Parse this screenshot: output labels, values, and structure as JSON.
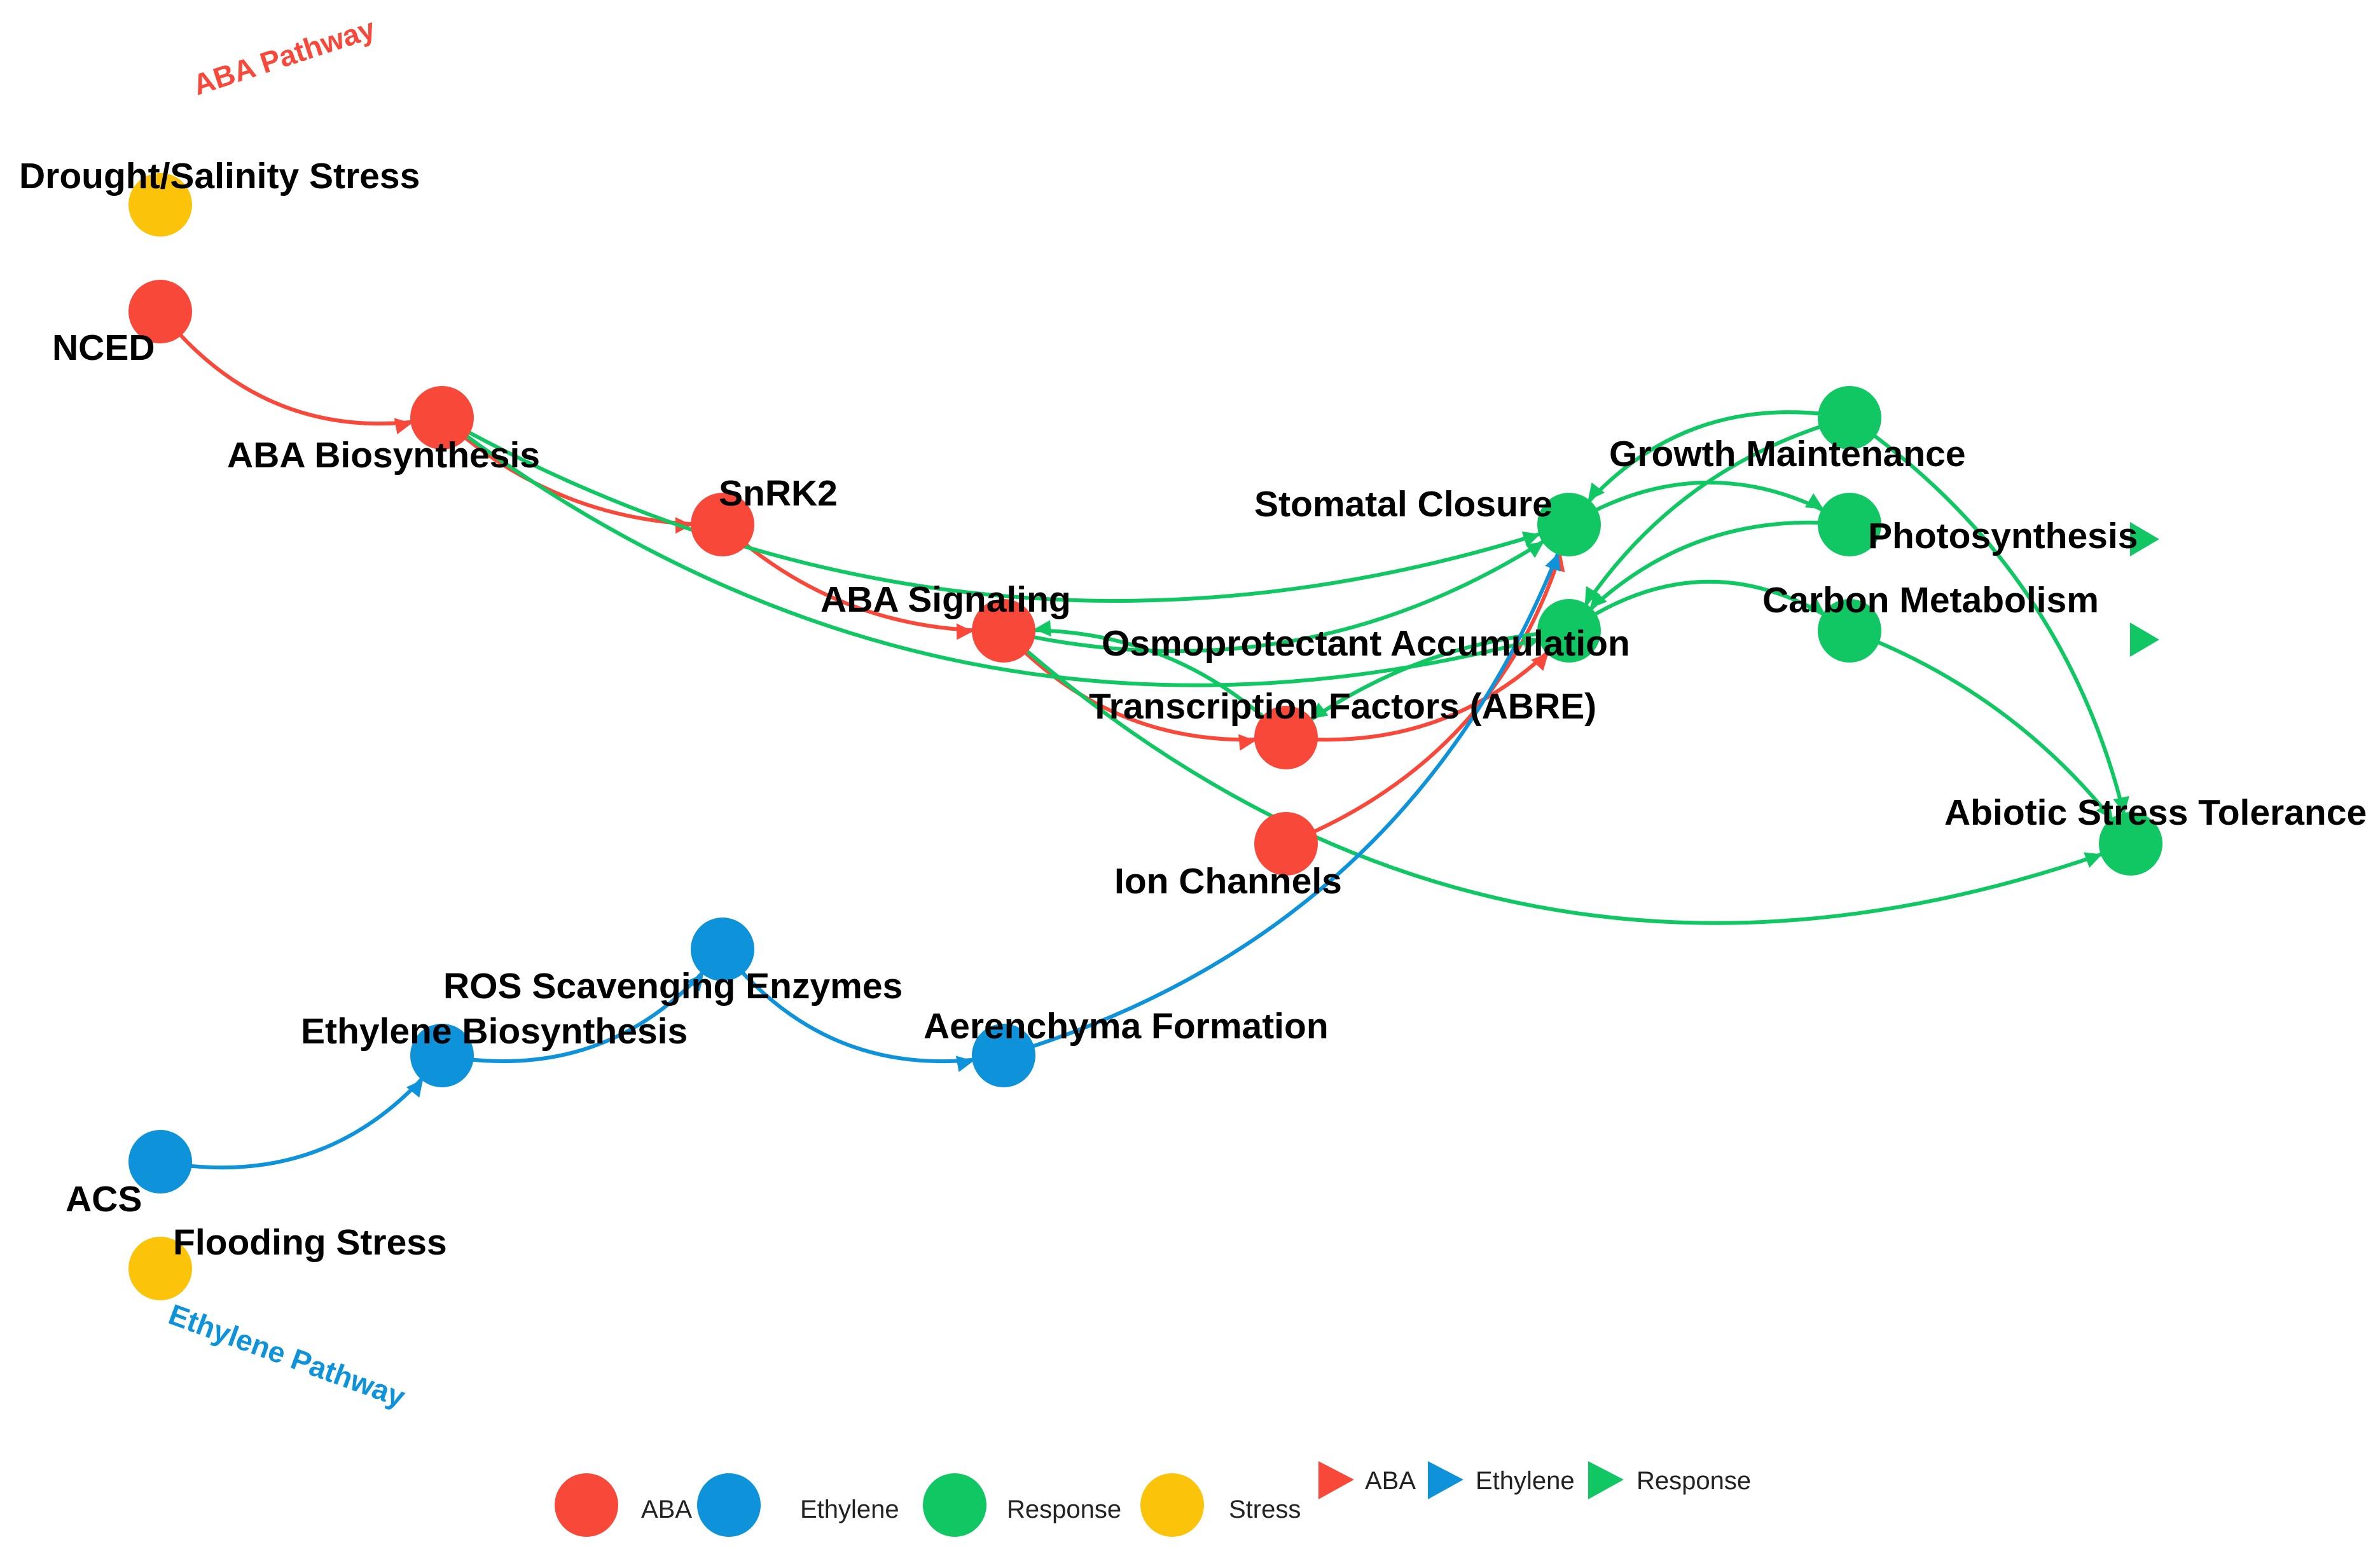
{
  "colors": {
    "ABA": "#F8483A",
    "Ethylene": "#0E93DA",
    "Response": "#10C764",
    "Stress": "#FBC40A"
  },
  "pathway_labels": {
    "aba": "ABA Pathway",
    "ethylene": "Ethylene Pathway"
  },
  "nodes": [
    {
      "id": "drought",
      "label": "Drought/Salinity Stress",
      "group": "Stress"
    },
    {
      "id": "nced",
      "label": "NCED",
      "group": "ABA"
    },
    {
      "id": "aba_bio",
      "label": "ABA Biosynthesis",
      "group": "ABA"
    },
    {
      "id": "snrk2",
      "label": "SnRK2",
      "group": "ABA"
    },
    {
      "id": "aba_sig",
      "label": "ABA Signaling",
      "group": "ABA"
    },
    {
      "id": "tf",
      "label": "Transcription Factors (ABRE)",
      "group": "ABA"
    },
    {
      "id": "ion",
      "label": "Ion Channels",
      "group": "ABA"
    },
    {
      "id": "stomatal",
      "label": "Stomatal Closure",
      "group": "Response"
    },
    {
      "id": "osmo",
      "label": "Osmoprotectant Accumulation",
      "group": "Response"
    },
    {
      "id": "growth",
      "label": "Growth Maintenance",
      "group": "Response"
    },
    {
      "id": "photo",
      "label": "Photosynthesis",
      "group": "Response"
    },
    {
      "id": "carbon",
      "label": "Carbon Metabolism",
      "group": "Response"
    },
    {
      "id": "abiotic",
      "label": "Abiotic Stress Tolerance",
      "group": "Response"
    },
    {
      "id": "flood",
      "label": "Flooding Stress",
      "group": "Stress"
    },
    {
      "id": "acs",
      "label": "ACS",
      "group": "Ethylene"
    },
    {
      "id": "eth_bio",
      "label": "Ethylene Biosynthesis",
      "group": "Ethylene"
    },
    {
      "id": "ros",
      "label": "ROS Scavenging Enzymes",
      "group": "Ethylene"
    },
    {
      "id": "aeren",
      "label": "Aerenchyma Formation",
      "group": "Ethylene"
    }
  ],
  "edges": [
    {
      "from": "nced",
      "to": "aba_bio",
      "group": "ABA"
    },
    {
      "from": "aba_bio",
      "to": "snrk2",
      "group": "ABA"
    },
    {
      "from": "snrk2",
      "to": "aba_sig",
      "group": "ABA"
    },
    {
      "from": "aba_sig",
      "to": "tf",
      "group": "ABA"
    },
    {
      "from": "tf",
      "to": "osmo",
      "group": "ABA"
    },
    {
      "from": "ion",
      "to": "stomatal",
      "group": "ABA"
    },
    {
      "from": "aba_bio",
      "to": "stomatal",
      "group": "Response"
    },
    {
      "from": "aba_bio",
      "to": "osmo",
      "group": "Response"
    },
    {
      "from": "aba_sig",
      "to": "stomatal",
      "group": "Response"
    },
    {
      "from": "tf",
      "to": "aba_sig",
      "group": "Response"
    },
    {
      "from": "osmo",
      "to": "tf",
      "group": "Response"
    },
    {
      "from": "aba_sig",
      "to": "abiotic",
      "group": "Response"
    },
    {
      "from": "growth",
      "to": "stomatal",
      "group": "Response"
    },
    {
      "from": "growth",
      "to": "osmo",
      "group": "Response"
    },
    {
      "from": "growth",
      "to": "abiotic",
      "group": "Response"
    },
    {
      "from": "photo",
      "to": "osmo",
      "group": "Response"
    },
    {
      "from": "carbon",
      "to": "abiotic",
      "group": "Response"
    },
    {
      "from": "stomatal",
      "to": "photo",
      "group": "Response"
    },
    {
      "from": "osmo",
      "to": "carbon",
      "group": "Response"
    },
    {
      "from": "acs",
      "to": "eth_bio",
      "group": "Ethylene"
    },
    {
      "from": "eth_bio",
      "to": "ros",
      "group": "Ethylene"
    },
    {
      "from": "ros",
      "to": "aeren",
      "group": "Ethylene"
    },
    {
      "from": "aeren",
      "to": "stomatal",
      "group": "Ethylene"
    }
  ],
  "legend": {
    "nodes": [
      "ABA",
      "Ethylene",
      "Response",
      "Stress"
    ],
    "edges": [
      "ABA",
      "Ethylene",
      "Response"
    ]
  }
}
